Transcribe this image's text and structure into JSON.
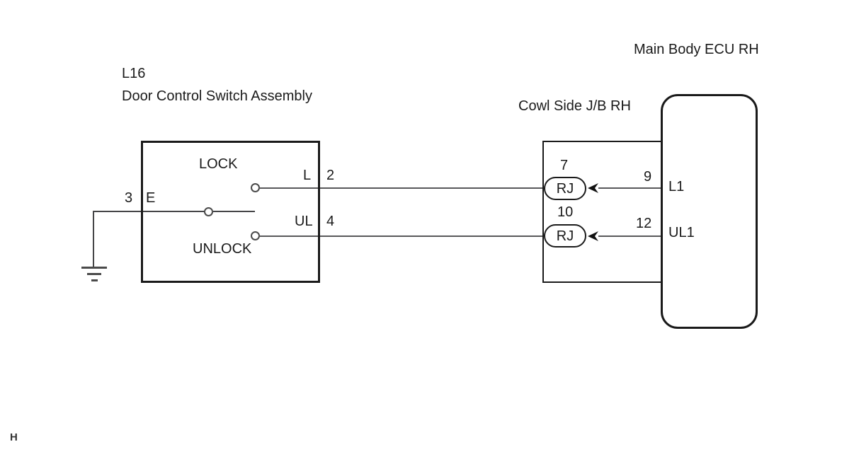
{
  "page": {
    "marker": "H"
  },
  "switch_assembly": {
    "code": "L16",
    "name": "Door Control Switch Assembly",
    "positions": {
      "lock": "LOCK",
      "unlock": "UNLOCK"
    },
    "pins": {
      "ground": {
        "number": "3",
        "name": "E"
      },
      "lock": {
        "name": "L",
        "number": "2"
      },
      "unlock": {
        "name": "UL",
        "number": "4"
      }
    }
  },
  "junction_box": {
    "name": "Cowl Side J/B RH",
    "connectors": [
      {
        "number": "7",
        "label": "RJ"
      },
      {
        "number": "10",
        "label": "RJ"
      }
    ]
  },
  "ecu": {
    "name": "Main Body ECU RH",
    "pins": [
      {
        "number": "9",
        "name": "L1"
      },
      {
        "number": "12",
        "name": "UL1"
      }
    ]
  },
  "colors": {
    "diagram_line": "#1a1a1a",
    "wire_gray": "#58585a",
    "background": "#ffffff"
  }
}
